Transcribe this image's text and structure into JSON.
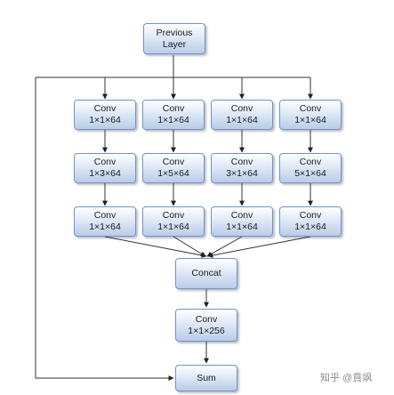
{
  "nodes": {
    "prev": {
      "line1": "Previous",
      "line2": "Layer"
    },
    "conv_a1": {
      "line1": "Conv",
      "line2": "1×1×64"
    },
    "conv_a2": {
      "line1": "Conv",
      "line2": "1×1×64"
    },
    "conv_a3": {
      "line1": "Conv",
      "line2": "1×1×64"
    },
    "conv_a4": {
      "line1": "Conv",
      "line2": "1×1×64"
    },
    "conv_b1": {
      "line1": "Conv",
      "line2": "1×3×64"
    },
    "conv_b2": {
      "line1": "Conv",
      "line2": "1×5×64"
    },
    "conv_b3": {
      "line1": "Conv",
      "line2": "3×1×64"
    },
    "conv_b4": {
      "line1": "Conv",
      "line2": "5×1×64"
    },
    "conv_c1": {
      "line1": "Conv",
      "line2": "1×1×64"
    },
    "conv_c2": {
      "line1": "Conv",
      "line2": "1×1×64"
    },
    "conv_c3": {
      "line1": "Conv",
      "line2": "1×1×64"
    },
    "conv_c4": {
      "line1": "Conv",
      "line2": "1×1×64"
    },
    "concat": {
      "line1": "Concat"
    },
    "conv_final": {
      "line1": "Conv",
      "line2": "1×1×256"
    },
    "sum": {
      "line1": "Sum"
    }
  },
  "watermark": "知乎 @賁飒"
}
